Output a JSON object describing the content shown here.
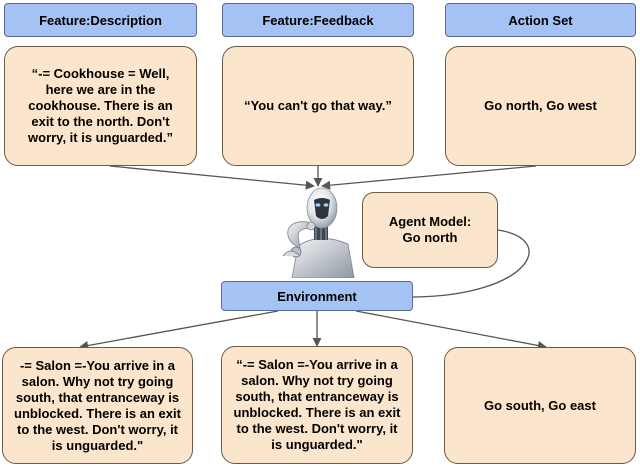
{
  "top_headers": {
    "description": "Feature:Description",
    "feedback": "Feature:Feedback",
    "action_set": "Action Set"
  },
  "top_boxes": {
    "description": "“-= Cookhouse = Well, here we are in the cookhouse. There is an exit to the north. Don't worry, it is unguarded.”",
    "feedback": "“You can't go that way.”",
    "action_set": "Go north, Go west"
  },
  "agent": {
    "icon": "robot-icon",
    "model_text": "Agent Model: Go north"
  },
  "environment": {
    "label": "Environment"
  },
  "bottom_boxes": {
    "left": "-= Salon =-You arrive in a salon. Why not try going south, that entranceway is unblocked. There is an exit to the west. Don't worry, it is unguarded.\"",
    "middle": "“-= Salon =-You arrive in a salon. Why not try going south, that entranceway is unblocked. There is an exit to the west. Don't worry, it is unguarded.\"",
    "right": "Go south, Go east"
  },
  "colors": {
    "header_fill": "#a4c2f4",
    "box_fill": "#fce5cd",
    "line": "#555555"
  }
}
